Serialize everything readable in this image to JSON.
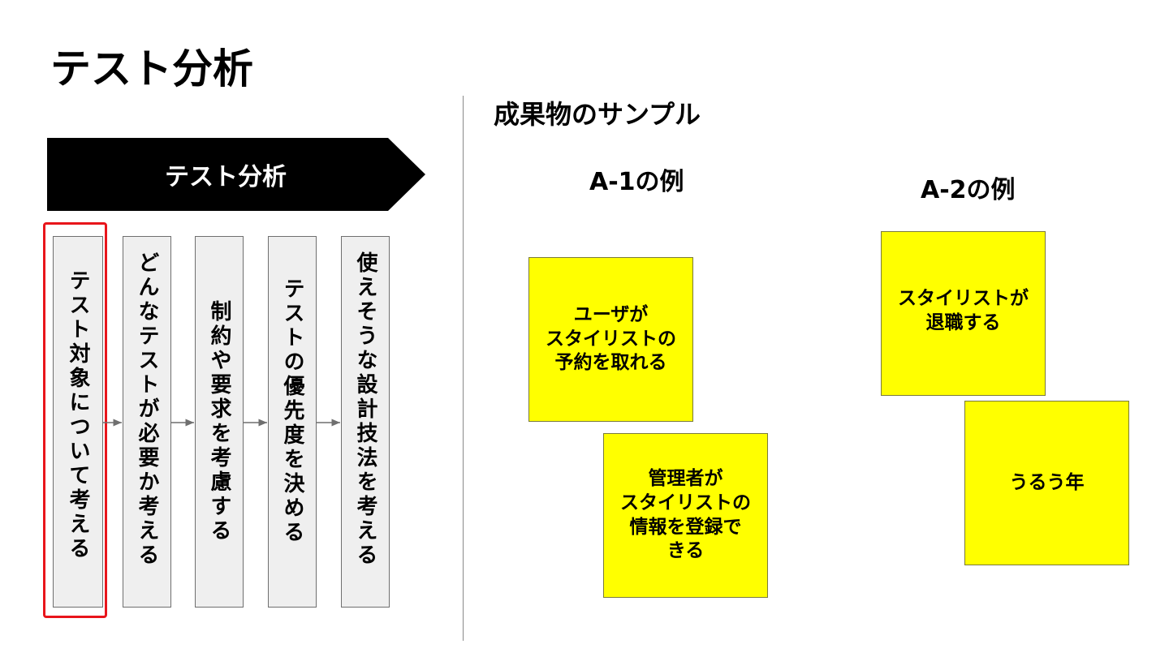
{
  "page": {
    "title": "テスト分析"
  },
  "process": {
    "banner_label": "テスト分析",
    "steps": [
      {
        "label": "テスト対象について考える"
      },
      {
        "label": "どんなテストが必要か考える"
      },
      {
        "label": "制約や要求を考慮する"
      },
      {
        "label": "テストの優先度を決める"
      },
      {
        "label": "使えそうな設計技法を考える"
      }
    ],
    "highlight_color": "#e8151b"
  },
  "samples": {
    "title": "成果物のサンプル",
    "examples": [
      {
        "heading": "A-1の例",
        "notes": [
          {
            "text": "ユーザが\nスタイリストの\n予約を取れる"
          },
          {
            "text": "管理者が\nスタイリストの\n情報を登録で\nきる"
          }
        ]
      },
      {
        "heading": "A-2の例",
        "notes": [
          {
            "text": "スタイリストが\n退職する"
          },
          {
            "text": "うるう年"
          }
        ]
      }
    ],
    "note_color": "#ffff00"
  }
}
